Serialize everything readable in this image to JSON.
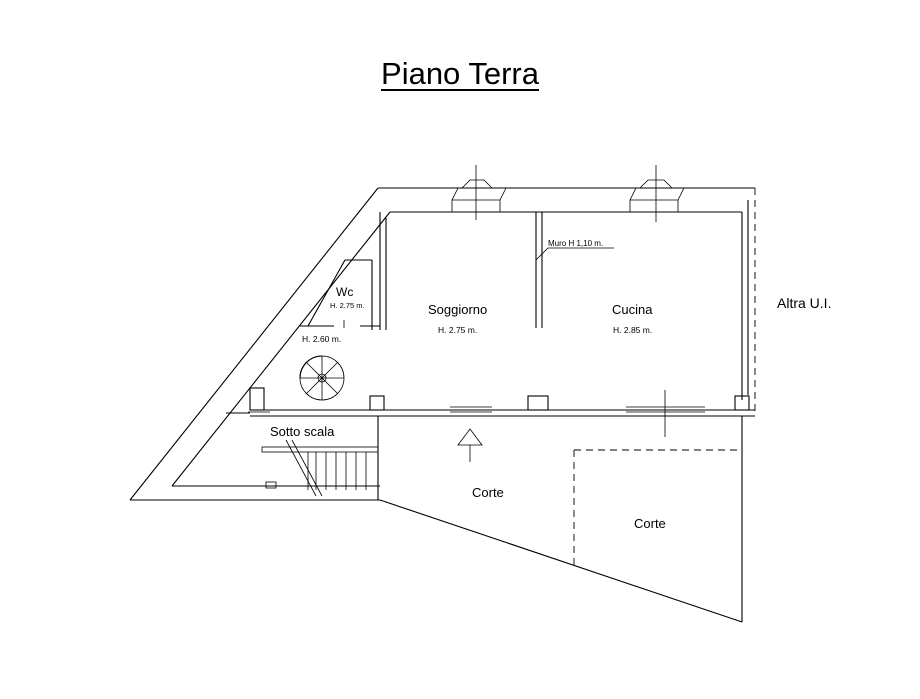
{
  "title": "Piano Terra",
  "labels": {
    "wc": "Wc",
    "wc_height": "H. 2.75 m.",
    "stair_height": "H. 2.60 m.",
    "soggiorno": "Soggiorno",
    "soggiorno_height": "H. 2.75 m.",
    "cucina": "Cucina",
    "cucina_height": "H. 2.85 m.",
    "muro": "Muro H 1,10 m.",
    "altra_ui": "Altra U.I.",
    "sotto_scala": "Sotto scala",
    "corte_1": "Corte",
    "corte_2": "Corte"
  },
  "colors": {
    "line": "#000000",
    "background": "#ffffff"
  }
}
